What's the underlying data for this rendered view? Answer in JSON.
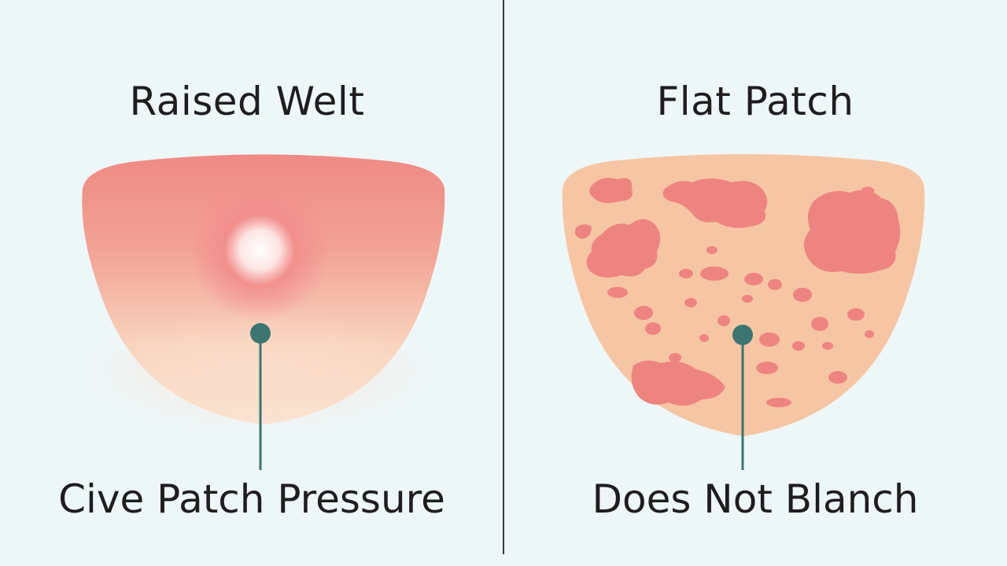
{
  "left": {
    "title": "Raised Welt",
    "caption": "Cive Patch Pressure"
  },
  "right": {
    "title": "Flat Patch",
    "caption": "Does Not Blanch"
  },
  "colors": {
    "background": "#eef7f8",
    "welt_red": "#ec7f7a",
    "skin": "#f6c6a4",
    "patch": "#ee8480",
    "pointer": "#3c7472"
  }
}
